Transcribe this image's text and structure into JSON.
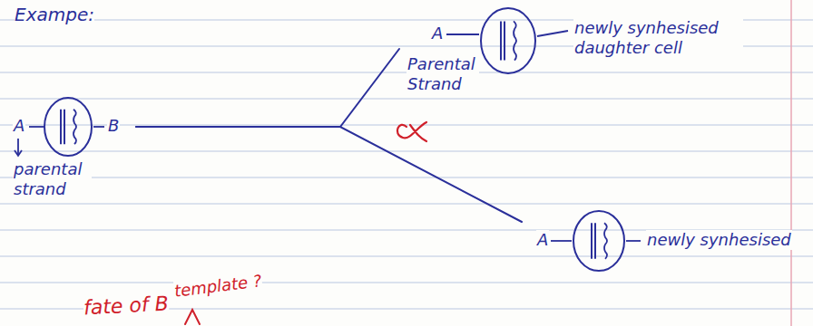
{
  "diagram": {
    "title": "Exampe:",
    "nodes": [
      {
        "text": [
          "A",
          "parental strand",
          "B"
        ]
      },
      {
        "text": [
          "A",
          "Parental Strand",
          "newly synhesised daughter cell"
        ]
      },
      {
        "text": [
          "A",
          "newly synhesised"
        ]
      }
    ],
    "edges": [
      {
        "from": 0,
        "to": 1,
        "arrow": "none"
      },
      {
        "from": 0,
        "to": 2,
        "arrow": "none"
      }
    ],
    "labels": [
      "template ?",
      "fate of B"
    ]
  }
}
